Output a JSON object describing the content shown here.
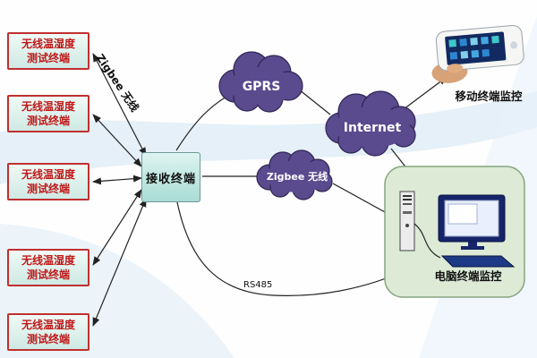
{
  "diagram": {
    "terminals": [
      {
        "line1": "无线温湿度",
        "line2": "测试终端"
      },
      {
        "line1": "无线温湿度",
        "line2": "测试终端"
      },
      {
        "line1": "无线温湿度",
        "line2": "测试终端"
      },
      {
        "line1": "无线温湿度",
        "line2": "测试终端"
      },
      {
        "line1": "无线温湿度",
        "line2": "测试终端"
      }
    ],
    "receiver_label": "接收终端",
    "clouds": {
      "gprs": "GPRS",
      "internet": "Internet",
      "zigbee": "Zigbee 无线"
    },
    "links": {
      "zigbee_left_label": "Zigbee 无线",
      "rs485_label": "RS485"
    },
    "monitors": {
      "mobile_label": "移动终端监控",
      "pc_label": "电脑终端监控"
    },
    "colors": {
      "cloud_fill": "#5a4a8e",
      "cloud_stroke": "#2e2654",
      "terminal_border": "#c03030",
      "terminal_text": "#c01818",
      "terminal_bg": "#d9efe8",
      "receiver_bg": "#b4e0da",
      "pc_panel_bg": "#dcead6",
      "line": "#222222"
    }
  }
}
